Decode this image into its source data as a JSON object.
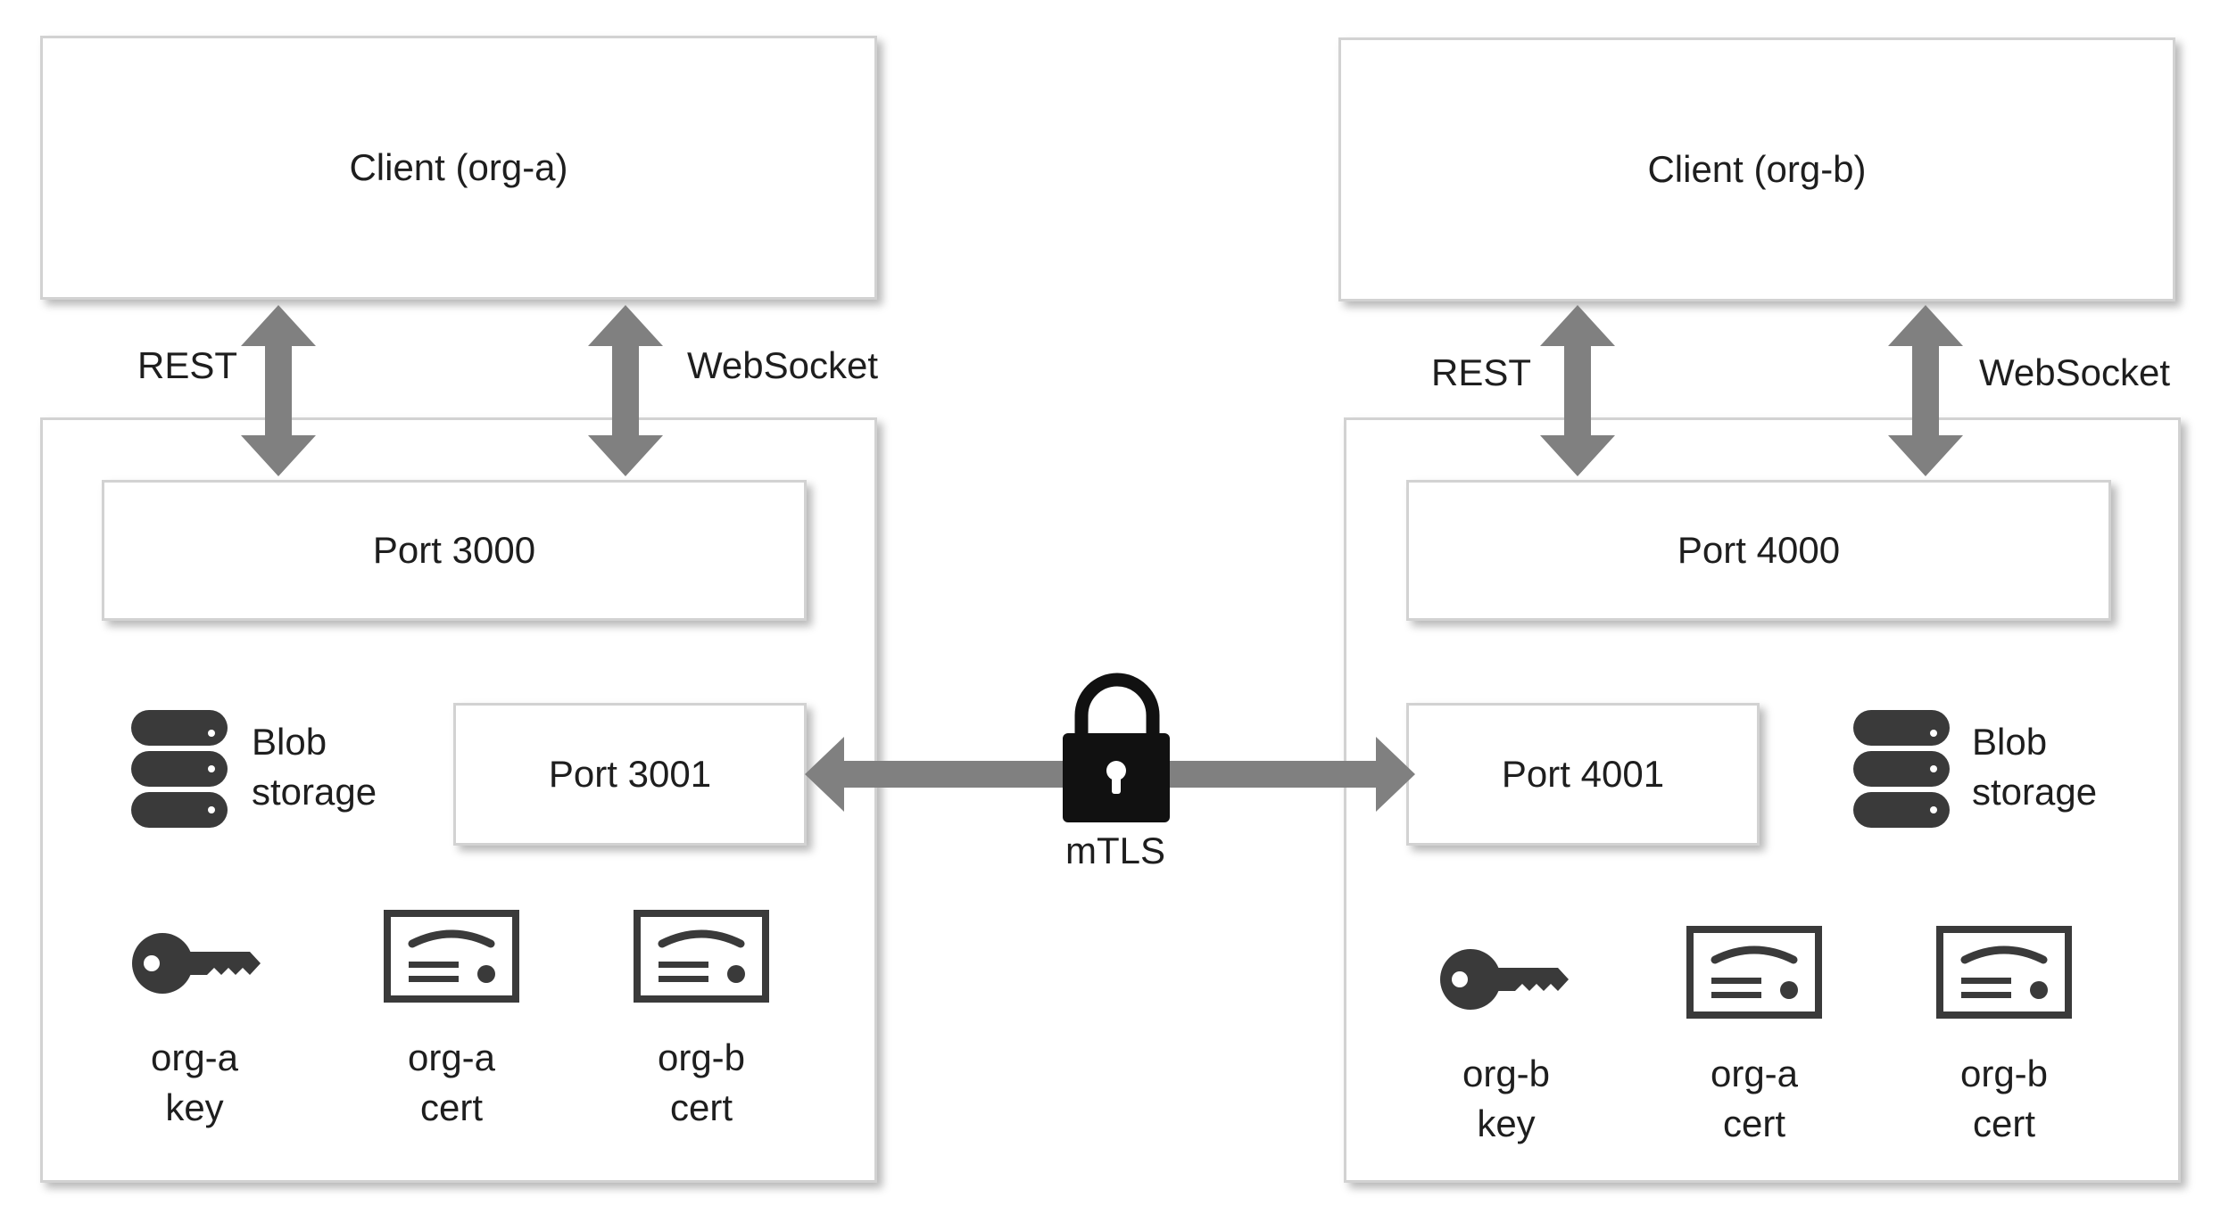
{
  "left": {
    "client_label": "Client (org-a)",
    "rest_label": "REST",
    "websocket_label": "WebSocket",
    "port_main": "Port 3000",
    "port_mtls": "Port 3001",
    "blob_line1": "Blob",
    "blob_line2": "storage",
    "key_line1": "org-a",
    "key_line2": "key",
    "cert1_line1": "org-a",
    "cert1_line2": "cert",
    "cert2_line1": "org-b",
    "cert2_line2": "cert"
  },
  "right": {
    "client_label": "Client (org-b)",
    "rest_label": "REST",
    "websocket_label": "WebSocket",
    "port_main": "Port 4000",
    "port_mtls": "Port 4001",
    "blob_line1": "Blob",
    "blob_line2": "storage",
    "key_line1": "org-b",
    "key_line2": "key",
    "cert1_line1": "org-a",
    "cert1_line2": "cert",
    "cert2_line1": "org-b",
    "cert2_line2": "cert"
  },
  "link": {
    "label": "mTLS"
  },
  "icons": {
    "lock": "lock-icon",
    "database": "database-icon",
    "key": "key-icon",
    "certificate": "certificate-icon"
  },
  "colors": {
    "arrow": "#808080",
    "icon": "#3a3a3a",
    "border": "#d2d2d2"
  }
}
